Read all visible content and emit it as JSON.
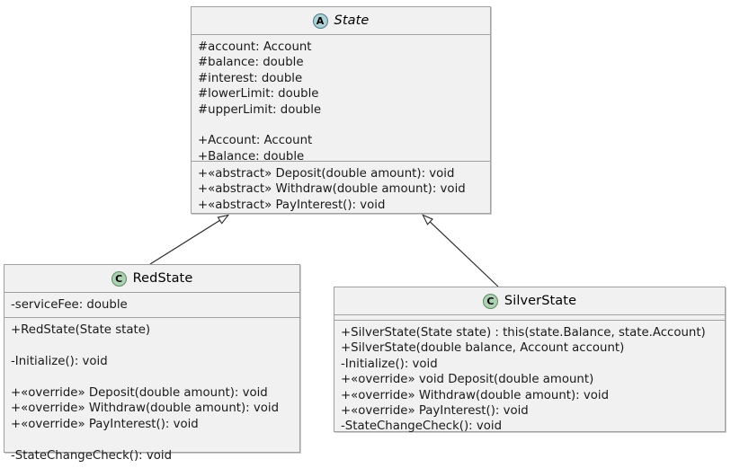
{
  "diagram": {
    "type": "uml-class-diagram",
    "background_color": "#ffffff",
    "class_fill_color": "#f1f1f1",
    "border_color": "#a0a0a0",
    "abstract_icon_color": "#ADD1D6",
    "class_icon_color": "#ADD1B2"
  },
  "classes": [
    {
      "id": "state",
      "name": "State",
      "stereotype": "abstract",
      "icon_letter": "A",
      "icon_name": "abstract-class-icon",
      "attributes": [
        "#account: Account",
        "#balance: double",
        "#interest: double",
        "#lowerLimit: double",
        "#upperLimit: double",
        "",
        "+Account: Account",
        "+Balance: double"
      ],
      "methods": [
        "+«abstract» Deposit(double amount): void",
        "+«abstract» Withdraw(double amount): void",
        "+«abstract» PayInterest(): void"
      ]
    },
    {
      "id": "redstate",
      "name": "RedState",
      "stereotype": "class",
      "icon_letter": "C",
      "icon_name": "class-icon",
      "attributes": [
        "-serviceFee: double"
      ],
      "methods": [
        "+RedState(State state)",
        "",
        "-Initialize(): void",
        "",
        "+«override» Deposit(double amount): void",
        "+«override» Withdraw(double amount): void",
        "+«override» PayInterest(): void",
        "",
        "-StateChangeCheck(): void"
      ]
    },
    {
      "id": "silverstate",
      "name": "SilverState",
      "stereotype": "class",
      "icon_letter": "C",
      "icon_name": "class-icon",
      "attributes": [],
      "methods": [
        "+SilverState(State state) : this(state.Balance, state.Account)",
        "+SilverState(double balance, Account account)",
        "-Initialize(): void",
        "+«override» void Deposit(double amount)",
        "+«override» Withdraw(double amount): void",
        "+«override» PayInterest(): void",
        "-StateChangeCheck(): void"
      ]
    }
  ],
  "relationships": [
    {
      "name": "redstate-inherits-state",
      "type": "generalization",
      "from": "RedState",
      "to": "State",
      "arrowhead": "hollow-triangle"
    },
    {
      "name": "silverstate-inherits-state",
      "type": "generalization",
      "from": "SilverState",
      "to": "State",
      "arrowhead": "hollow-triangle"
    }
  ]
}
